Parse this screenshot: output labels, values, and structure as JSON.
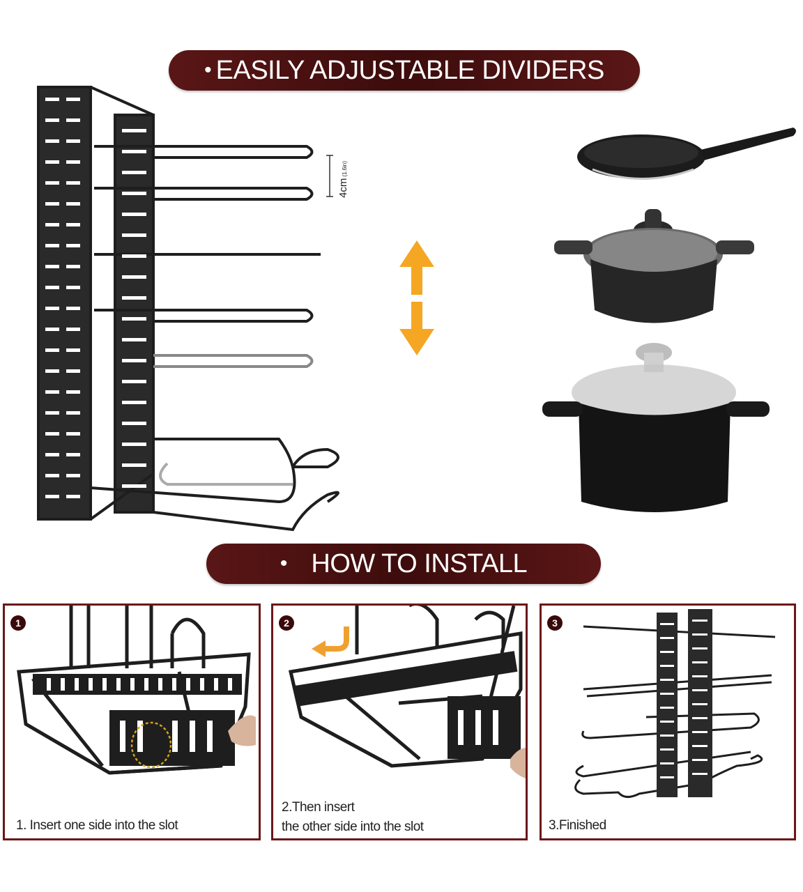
{
  "banner_top": {
    "bullet": "•",
    "text": "EASILY ADJUSTABLE DIVIDERS"
  },
  "measurement": {
    "value": "4cm",
    "sub": "(1.6in)"
  },
  "banner_bottom": {
    "bullet": "•",
    "text": "HOW TO INSTALL"
  },
  "steps": [
    {
      "number": "1",
      "caption_line1": "1.  Insert one side into the slot"
    },
    {
      "number": "2",
      "caption_line1": "2.Then insert",
      "caption_line2": "the other side into the slot"
    },
    {
      "number": "3",
      "caption_line1": "3.Finished"
    }
  ],
  "colors": {
    "banner": "#4a1010",
    "arrow": "#f5a623",
    "panel_border": "#6b1717",
    "rack": "#1e1e1e"
  }
}
